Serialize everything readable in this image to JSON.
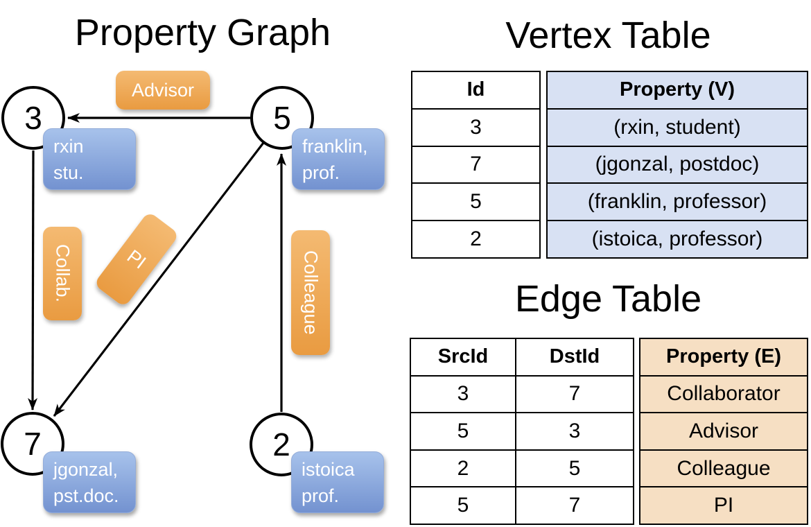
{
  "graph": {
    "title": "Property Graph",
    "vertices": [
      {
        "id": "3",
        "label_lines": [
          "rxin",
          "stu."
        ]
      },
      {
        "id": "5",
        "label_lines": [
          "franklin,",
          "prof."
        ]
      },
      {
        "id": "7",
        "label_lines": [
          "jgonzal,",
          "pst.doc."
        ]
      },
      {
        "id": "2",
        "label_lines": [
          "istoica",
          "prof."
        ]
      }
    ],
    "edge_labels": {
      "advisor": "Advisor",
      "collab": "Collab.",
      "pi": "PI",
      "colleague": "Colleague"
    }
  },
  "vertex_table": {
    "title": "Vertex Table",
    "columns": [
      "Id",
      "Property (V)"
    ],
    "rows": [
      [
        "3",
        "(rxin, student)"
      ],
      [
        "7",
        "(jgonzal, postdoc)"
      ],
      [
        "5",
        "(franklin, professor)"
      ],
      [
        "2",
        "(istoica, professor)"
      ]
    ]
  },
  "edge_table": {
    "title": "Edge Table",
    "columns": [
      "SrcId",
      "DstId",
      "Property (E)"
    ],
    "rows": [
      [
        "3",
        "7",
        "Collaborator"
      ],
      [
        "5",
        "3",
        "Advisor"
      ],
      [
        "2",
        "5",
        "Colleague"
      ],
      [
        "5",
        "7",
        "PI"
      ]
    ]
  },
  "colors": {
    "node_box_top": "#a7c2eb",
    "node_box_bottom": "#7392d0",
    "edge_box_top": "#f4ba72",
    "edge_box_bottom": "#e99b41",
    "vertex_column_fill": "#d8e1f3",
    "edge_column_fill": "#f6dfc3",
    "line": "#000000"
  }
}
